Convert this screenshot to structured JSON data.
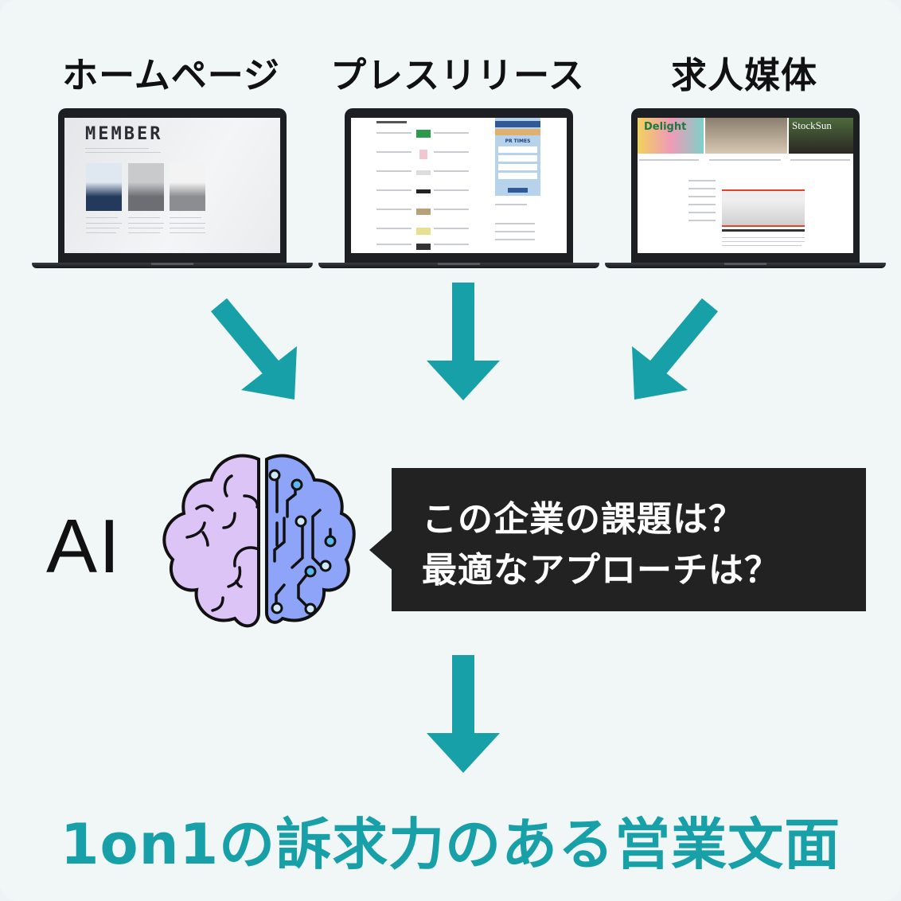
{
  "sources": [
    {
      "title": "ホームページ",
      "screen_heading": "MEMBER"
    },
    {
      "title": "プレスリリース",
      "screen_banner": "PR TIMES"
    },
    {
      "title": "求人媒体",
      "screen_logos": [
        "Delight",
        "StockSun"
      ]
    }
  ],
  "ai_label": "AI",
  "callout": {
    "line1": "この企業の課題は？",
    "line2": "最適なアプローチは？"
  },
  "result": "1on1の訴求力のある営業文面",
  "colors": {
    "accent": "#17a0a8",
    "callout_bg": "#222222",
    "brain_left": "#dcc4f6",
    "brain_right": "#8ea4f8",
    "background": "#f1f6f7"
  },
  "icons": [
    "arrow-down-right-icon",
    "arrow-down-icon",
    "arrow-down-left-icon",
    "brain-icon",
    "arrow-down-icon"
  ]
}
